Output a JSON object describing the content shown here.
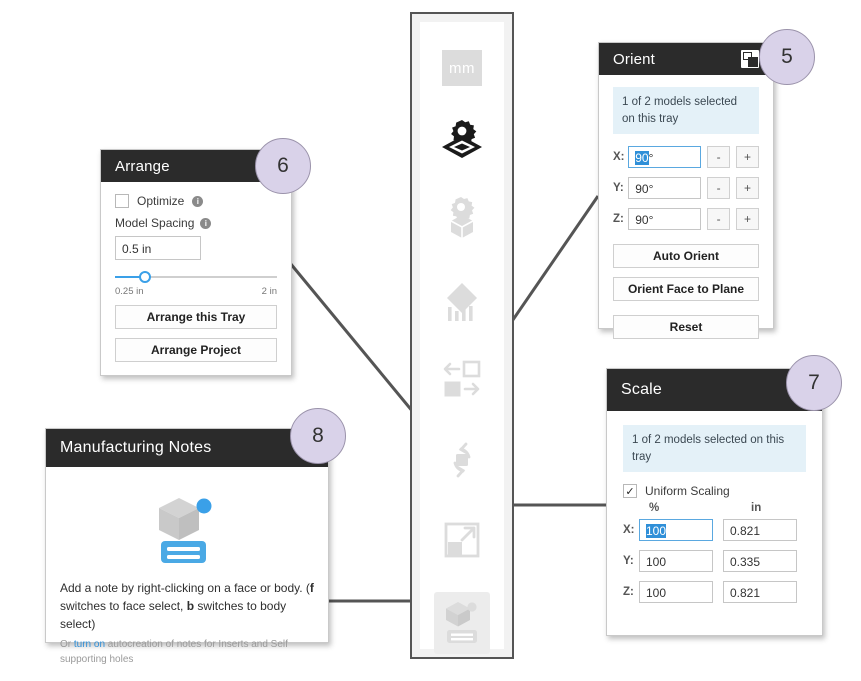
{
  "app": {
    "background": "#ffffff",
    "accent": "#2f8fd8",
    "header_bg": "#2b2b2b",
    "callout_bg": "#d9d2e9"
  },
  "toolbar": {
    "name": "tray-tools-toolbar",
    "items": [
      {
        "id": "units",
        "label": "mm",
        "icon": "mm-units-icon",
        "state": "disabled"
      },
      {
        "id": "tray-settings",
        "label": "Tray Settings",
        "icon": "gear-diamond-icon",
        "state": "active"
      },
      {
        "id": "model-settings",
        "label": "Model Settings",
        "icon": "gear-cube-icon",
        "state": "disabled"
      },
      {
        "id": "supports",
        "label": "Supports",
        "icon": "diamond-supports-icon",
        "state": "disabled"
      },
      {
        "id": "move",
        "label": "Move",
        "icon": "move-arrows-icon",
        "state": "disabled"
      },
      {
        "id": "orient",
        "label": "Orient",
        "icon": "rotate-cube-icon",
        "state": "disabled"
      },
      {
        "id": "scale",
        "label": "Scale",
        "icon": "scale-arrow-icon",
        "state": "disabled"
      },
      {
        "id": "notes",
        "label": "Manufacturing Notes",
        "icon": "cube-note-icon",
        "state": "selected"
      }
    ]
  },
  "orient_panel": {
    "title": "Orient",
    "header_icon": "dock-pin-icon",
    "banner": "1 of 2 models selected on this tray",
    "axes": [
      {
        "axis": "X:",
        "value": "90",
        "suffix": "°",
        "focused": true,
        "selected_text": "90"
      },
      {
        "axis": "Y:",
        "value": "90°",
        "suffix": "",
        "focused": false,
        "selected_text": ""
      },
      {
        "axis": "Z:",
        "value": "90°",
        "suffix": "",
        "focused": false,
        "selected_text": ""
      }
    ],
    "minus_label": "-",
    "plus_label": "+",
    "buttons": [
      "Auto Orient",
      "Orient Face to Plane",
      "Reset"
    ]
  },
  "arrange_panel": {
    "title": "Arrange",
    "optimize_label": "Optimize",
    "optimize_checked": false,
    "spacing_label": "Model Spacing",
    "spacing_value": "0.5 in",
    "slider_min": "0.25 in",
    "slider_max": "2 in",
    "buttons": [
      "Arrange this Tray",
      "Arrange Project"
    ]
  },
  "scale_panel": {
    "title": "Scale",
    "banner": "1 of 2 models selected on this tray",
    "uniform_label": "Uniform Scaling",
    "uniform_checked": true,
    "unit_percent": "%",
    "unit_inches": "in",
    "rows": [
      {
        "axis": "X:",
        "percent": "100",
        "inches": "0.821",
        "focused": true
      },
      {
        "axis": "Y:",
        "percent": "100",
        "inches": "0.335",
        "focused": false
      },
      {
        "axis": "Z:",
        "percent": "100",
        "inches": "0.821",
        "focused": false
      }
    ]
  },
  "notes_panel": {
    "title": "Manufacturing Notes",
    "art_icon": "cube-with-note-icon",
    "body_pre": "Add a note by right-clicking on a face or body. (",
    "body_b1": "f",
    "body_mid": " switches to face select, ",
    "body_b2": "b",
    "body_post": " switches to body select)",
    "sub_pre": "Or ",
    "sub_link": "turn on",
    "sub_post": " autocreation of notes for Inserts and Self supporting holes"
  },
  "callouts": [
    {
      "id": "callout-5",
      "number": "5"
    },
    {
      "id": "callout-6",
      "number": "6"
    },
    {
      "id": "callout-7",
      "number": "7"
    },
    {
      "id": "callout-8",
      "number": "8"
    }
  ]
}
